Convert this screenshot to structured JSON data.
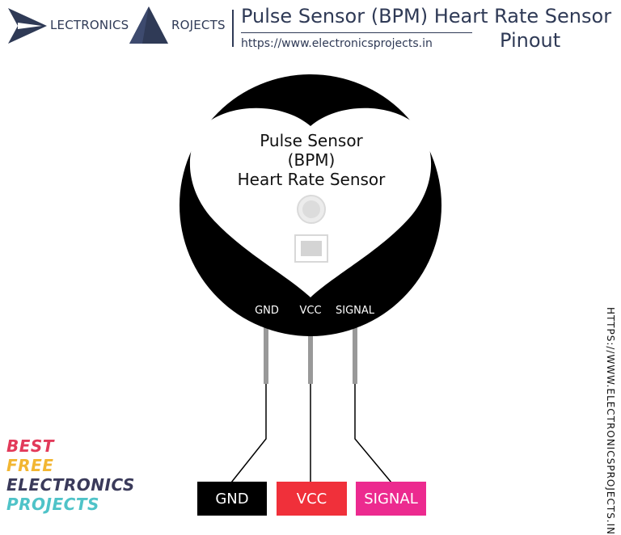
{
  "header": {
    "brand_word_1": "LECTRONICS",
    "brand_word_2": "ROJECTS",
    "title_line_1": "Pulse Sensor (BPM) Heart Rate Sensor",
    "title_line_2": "Pinout",
    "url": "https://www.electronicsprojects.in"
  },
  "sensor": {
    "line_1": "Pulse Sensor",
    "line_2": "(BPM)",
    "line_3": "Heart Rate Sensor",
    "pins": [
      "GND",
      "VCC",
      "SIGNAL"
    ]
  },
  "pin_boxes": [
    {
      "label": "GND",
      "color": "#000000"
    },
    {
      "label": "VCC",
      "color": "#f0303a"
    },
    {
      "label": "SIGNAL",
      "color": "#ec2a8f"
    }
  ],
  "side_url": "HTTPS://WWW.ELECTRONICSPROJECTS.IN",
  "badge": {
    "line_1": "BEST",
    "line_2": "FREE",
    "line_3": "ELECTRONICS",
    "line_4": "PROJECTS",
    "colors": [
      "#e23a5a",
      "#f2b632",
      "#3a3a5a",
      "#4fc3c8"
    ]
  },
  "colors": {
    "brand": "#2f3a56"
  }
}
